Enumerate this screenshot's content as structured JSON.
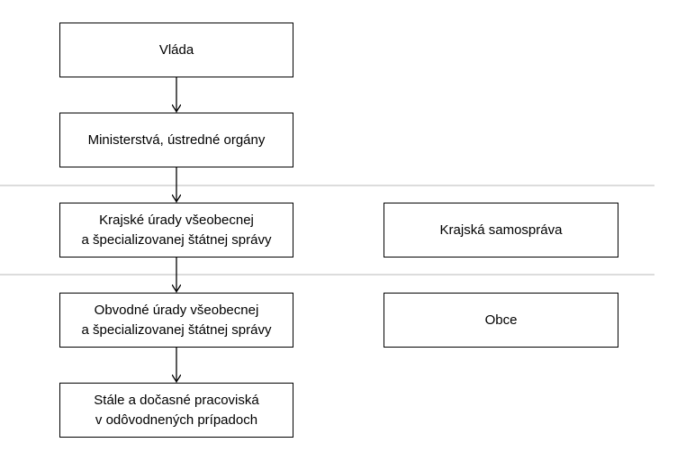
{
  "boxes": {
    "vlada": "Vláda",
    "ministerstva": "Ministerstvá, ústredné orgány",
    "krajske_urady": "Krajské úrady všeobecnej\na špecializovanej štátnej správy",
    "obvodne_urady": "Obvodné úrady všeobecnej\na špecializovanej štátnej správy",
    "pracoviska": "Stále a dočasné pracoviská\nv odôvodnených prípadoch",
    "krajska_samosprava": "Krajská samospráva",
    "obce": "Obce"
  },
  "colors": {
    "border": "#000000",
    "separator": "#c8c8c8",
    "background": "#ffffff"
  }
}
